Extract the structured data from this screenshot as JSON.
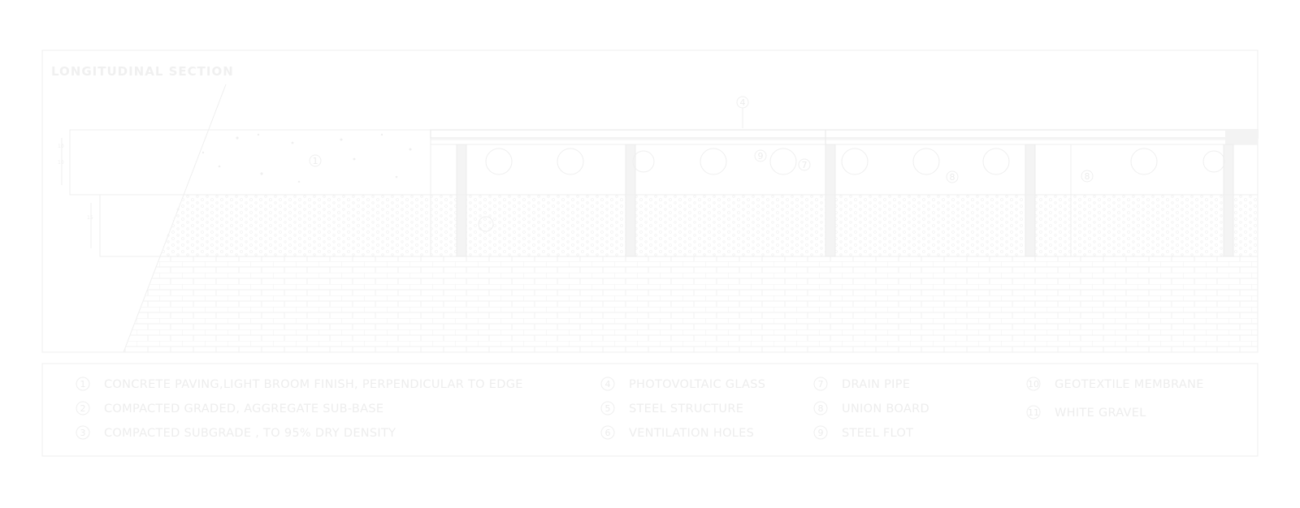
{
  "title": "LONGITUDINAL SECTION",
  "callouts": {
    "concrete": "1",
    "glass": "4",
    "flot_a": "9",
    "drain_a": "7",
    "drain_b": "8",
    "drain_c": "8"
  },
  "legend": [
    {
      "num": "1",
      "text": "CONCRETE PAVING,LIGHT BROOM FINISH, PERPENDICULAR TO EDGE"
    },
    {
      "num": "2",
      "text": "COMPACTED GRADED, AGGREGATE SUB-BASE"
    },
    {
      "num": "3",
      "text": "COMPACTED SUBGRADE , TO 95% DRY DENSITY"
    },
    {
      "num": "4",
      "text": "PHOTOVOLTAIC GLASS"
    },
    {
      "num": "5",
      "text": "STEEL STRUCTURE"
    },
    {
      "num": "6",
      "text": "VENTILATION HOLES"
    },
    {
      "num": "7",
      "text": "DRAIN PIPE"
    },
    {
      "num": "8",
      "text": "UNION BOARD"
    },
    {
      "num": "9",
      "text": "STEEL FLOT"
    },
    {
      "num": "10",
      "text": "GEOTEXTILE MEMBRANE"
    },
    {
      "num": "11",
      "text": "WHITE GRAVEL"
    }
  ],
  "colors": {
    "line": "#efefef",
    "text": "#ededed",
    "background": "#ffffff"
  }
}
